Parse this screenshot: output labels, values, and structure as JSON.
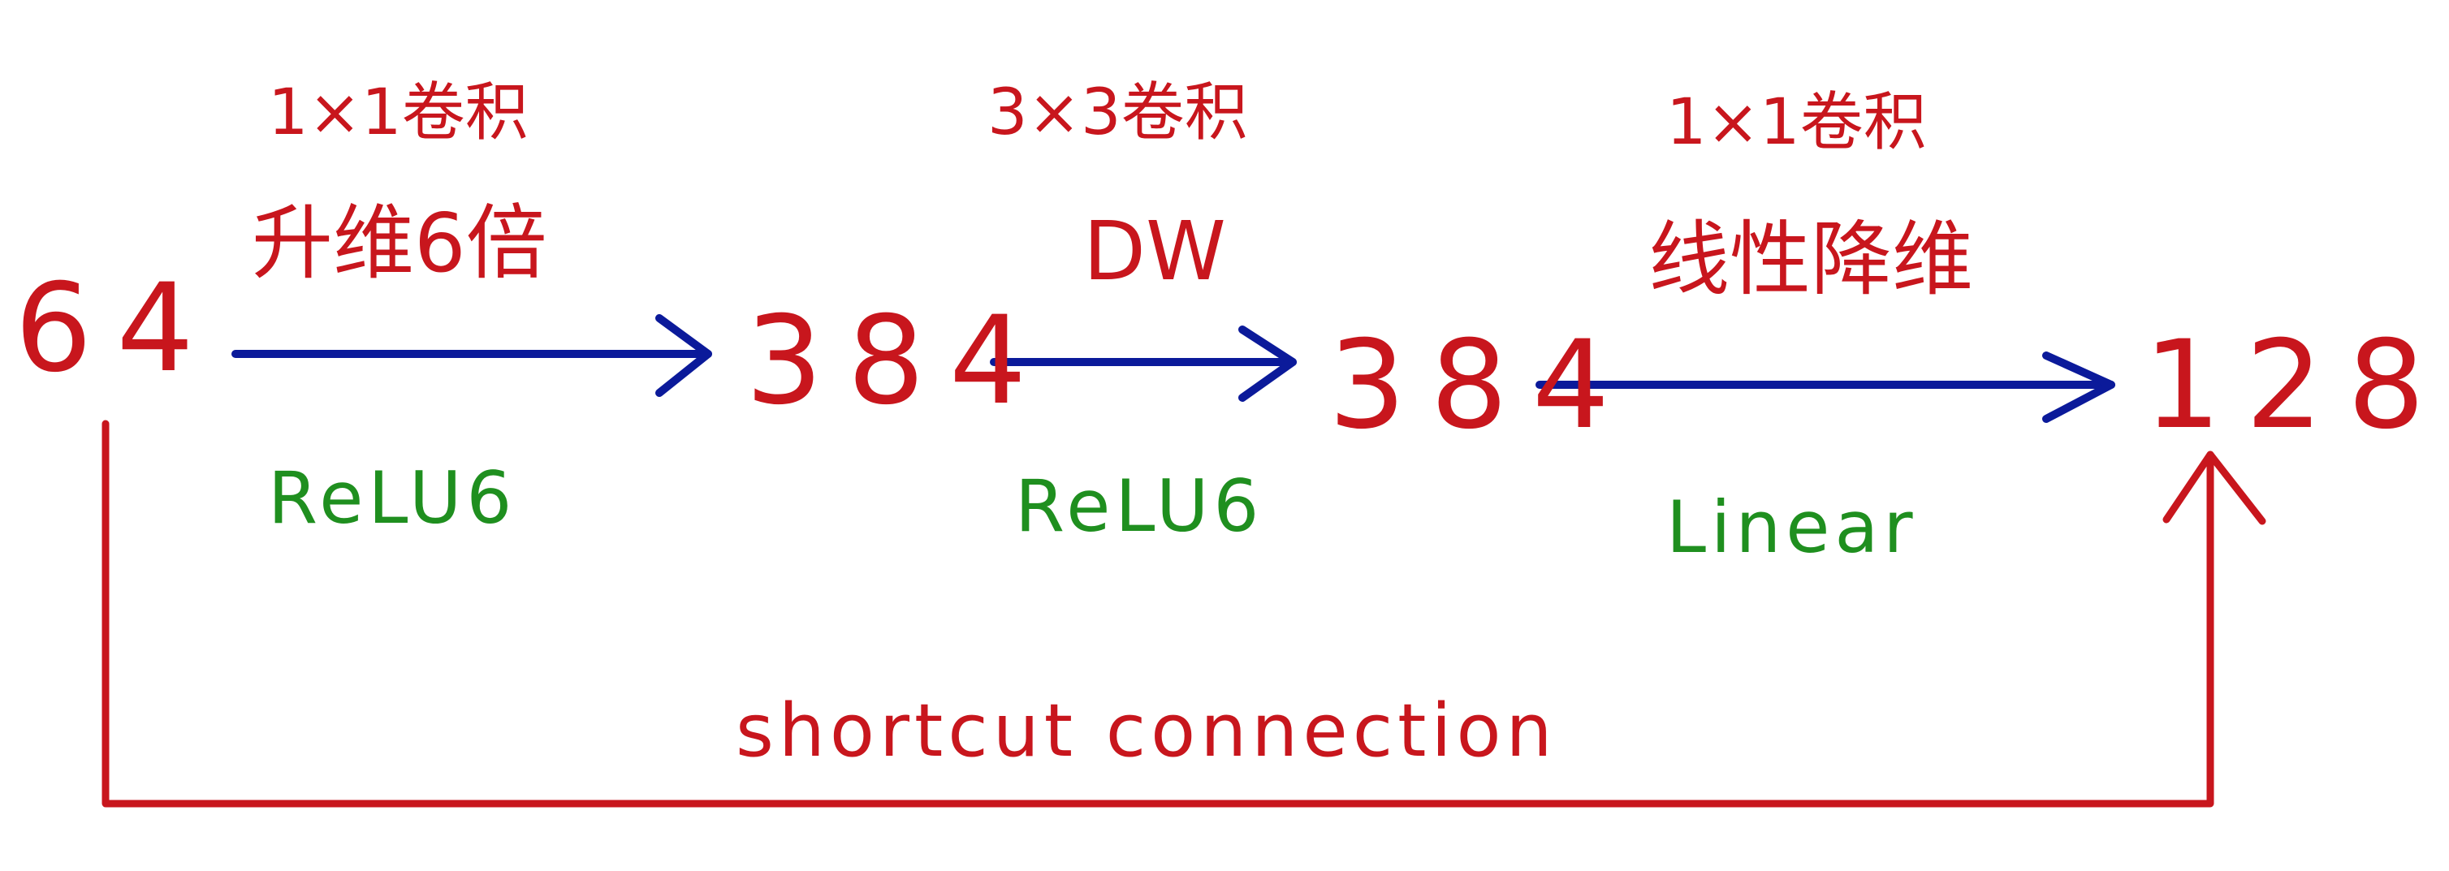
{
  "nodes": {
    "input": "64",
    "expand_out": "384",
    "dw_out": "384",
    "output": "128"
  },
  "stages": [
    {
      "op": "1×1卷积",
      "desc": "升维6倍",
      "activation": "ReLU6"
    },
    {
      "op": "3×3卷积",
      "desc": "DW",
      "activation": "ReLU6"
    },
    {
      "op": "1×1卷积",
      "desc": "线性降维",
      "activation": "Linear"
    }
  ],
  "shortcut_label": "shortcut connection",
  "colors": {
    "numbers": "#c8161d",
    "operations": "#c8161d",
    "activations": "#1f8f1f",
    "main_arrows": "#0b1a9a",
    "shortcut": "#c8161d"
  }
}
